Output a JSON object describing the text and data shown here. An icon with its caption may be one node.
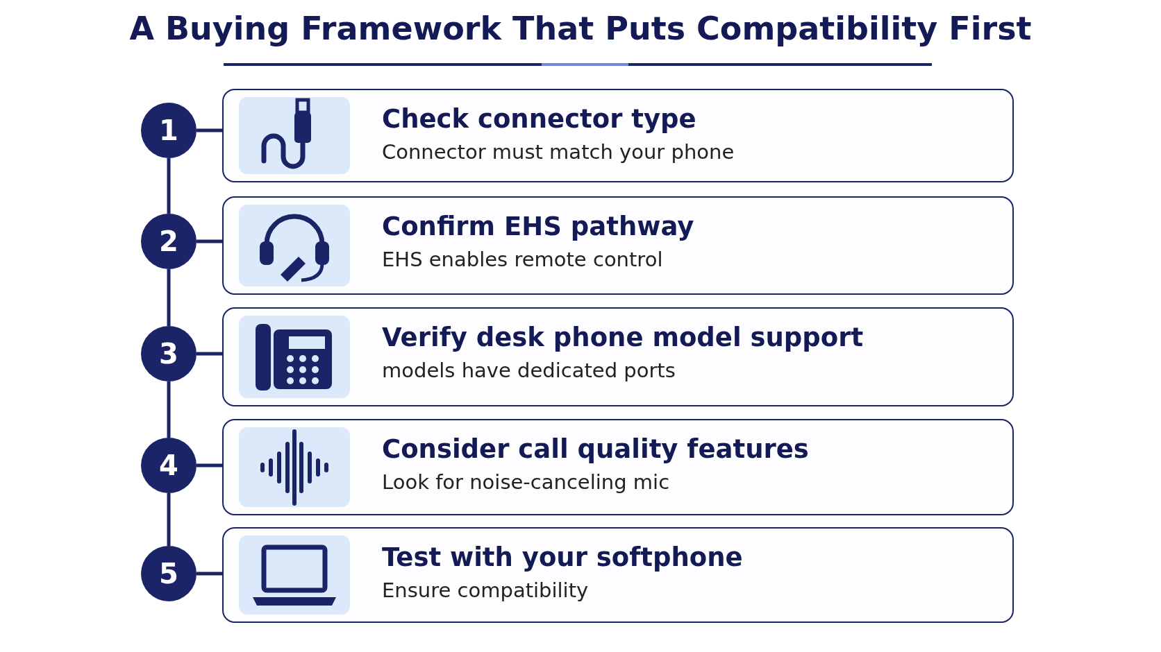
{
  "diagram": {
    "title": "A Buying Framework That Puts Compatibility First",
    "nodes": [
      {
        "text": [
          "1"
        ]
      },
      {
        "text": [
          "Check connector type",
          "Connector must match your phone"
        ]
      },
      {
        "text": [
          "2"
        ]
      },
      {
        "text": [
          "Confirm EHS pathway",
          "EHS enables remote control"
        ]
      },
      {
        "text": [
          "3"
        ]
      },
      {
        "text": [
          "Verify desk phone model support",
          "models have dedicated ports"
        ]
      },
      {
        "text": [
          "4"
        ]
      },
      {
        "text": [
          "Consider call quality features",
          "Look for noise-canceling mic"
        ]
      },
      {
        "text": [
          "5"
        ]
      },
      {
        "text": [
          "Test with your softphone",
          "Ensure compatibility"
        ]
      }
    ],
    "edges": [
      {
        "from": 0,
        "to": 1,
        "arrow": "none"
      },
      {
        "from": 0,
        "to": 2,
        "arrow": "none"
      },
      {
        "from": 2,
        "to": 3,
        "arrow": "none"
      },
      {
        "from": 2,
        "to": 4,
        "arrow": "none"
      },
      {
        "from": 4,
        "to": 5,
        "arrow": "none"
      },
      {
        "from": 4,
        "to": 6,
        "arrow": "none"
      },
      {
        "from": 6,
        "to": 7,
        "arrow": "none"
      },
      {
        "from": 6,
        "to": 8,
        "arrow": "none"
      },
      {
        "from": 8,
        "to": 9,
        "arrow": "none"
      }
    ]
  }
}
